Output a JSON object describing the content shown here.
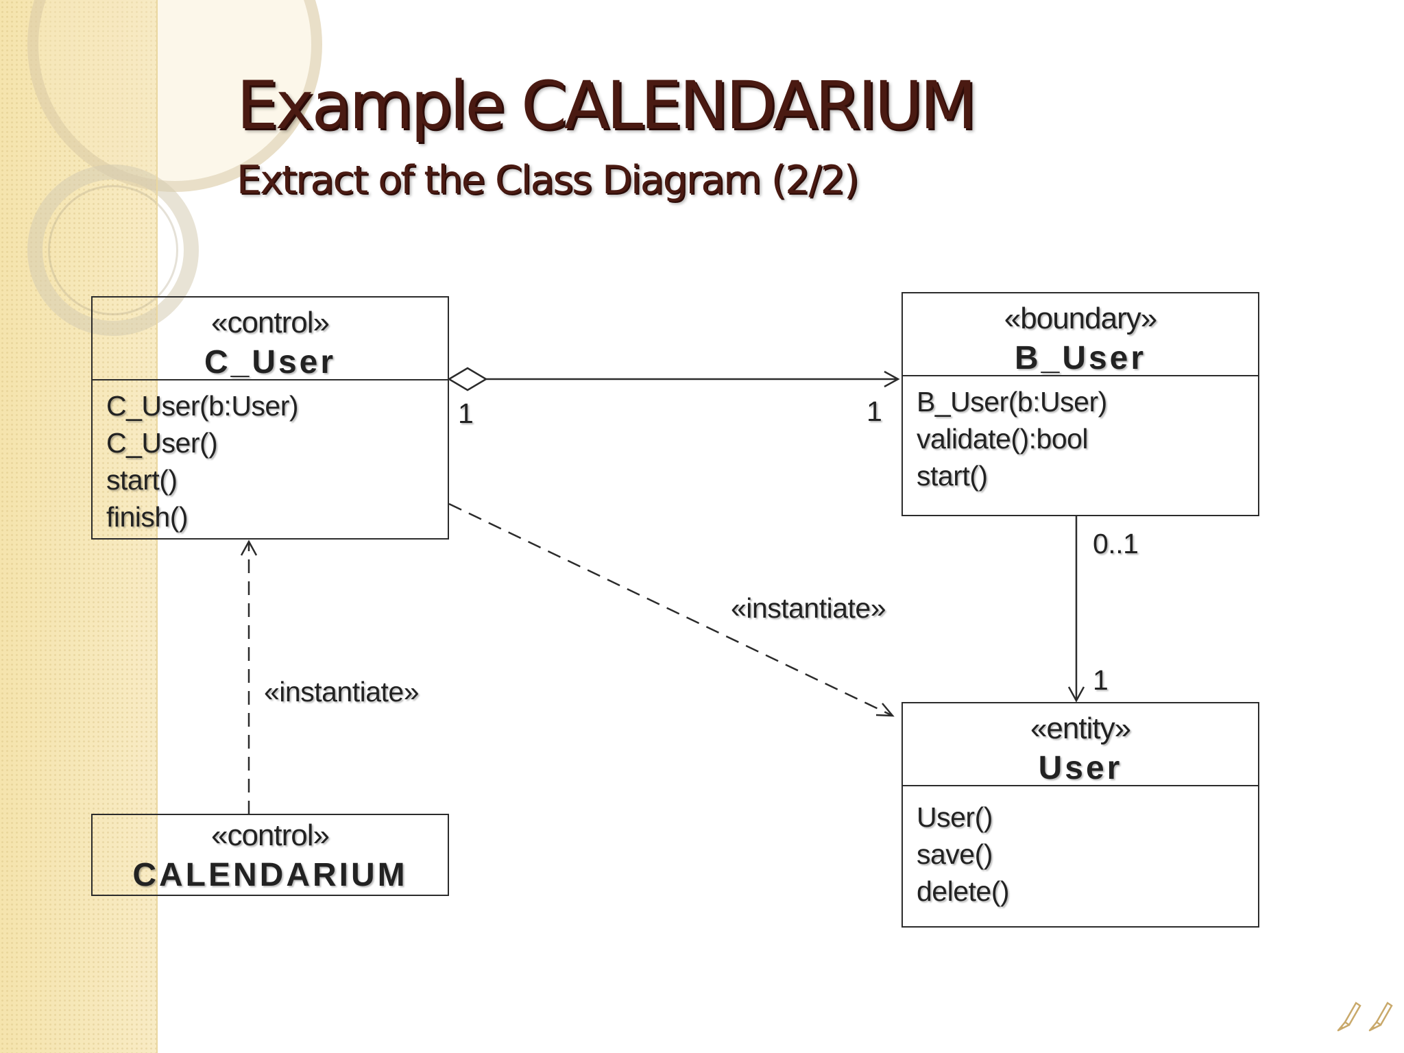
{
  "slide": {
    "title": "Example CALENDARIUM",
    "subtitle": "Extract of the Class Diagram (2/2)"
  },
  "classes": {
    "c_user": {
      "stereotype": "«control»",
      "name": "C_User",
      "operations": [
        "C_User(b:User)",
        "C_User()",
        "start()",
        "finish()"
      ]
    },
    "b_user": {
      "stereotype": "«boundary»",
      "name": "B_User",
      "operations": [
        "B_User(b:User)",
        "validate():bool",
        "start()"
      ]
    },
    "user": {
      "stereotype": "«entity»",
      "name": "User",
      "operations": [
        "User()",
        "save()",
        "delete()"
      ]
    },
    "calendarium": {
      "stereotype": "«control»",
      "name": "CALENDARIUM"
    }
  },
  "relationships": {
    "aggregation": {
      "multiplicity_source": "1",
      "multiplicity_target": "1"
    },
    "association": {
      "multiplicity_source": "0..1",
      "multiplicity_target": "1"
    },
    "instantiate_user": {
      "label": "«instantiate»"
    },
    "instantiate_c_user": {
      "label": "«instantiate»"
    }
  },
  "colors": {
    "title": "#4a1a12",
    "title_shadow": "#2c0c08",
    "line": "#2b2b2b",
    "sidebar": "#f6e6b3"
  },
  "icons": [
    "pen-nib-icon",
    "pen-nib-icon"
  ]
}
